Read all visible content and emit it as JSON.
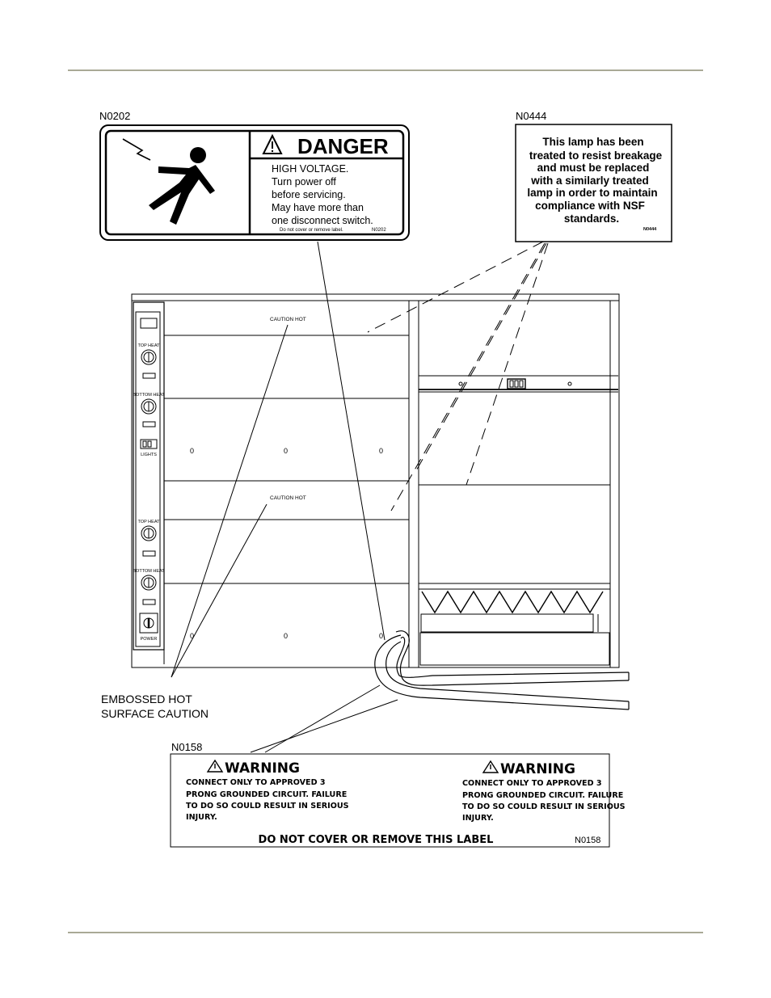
{
  "labels": {
    "n0202_id": "N0202",
    "n0444_id": "N0444",
    "n0158_id": "N0158"
  },
  "danger": {
    "heading": "DANGER",
    "lines": [
      "HIGH VOLTAGE.",
      "Turn power off",
      "before servicing.",
      "May have more than",
      "one disconnect switch."
    ],
    "footer": "Do not cover or remove label.",
    "code": "N0202"
  },
  "lamp": {
    "lines": [
      "This lamp has been",
      "treated to resist breakage",
      "and must be replaced",
      "with a similarly treated",
      "lamp in order to maintain",
      "compliance with NSF",
      "standards."
    ],
    "code": "N0444"
  },
  "cabinet": {
    "caution_upper": "CAUTION  HOT",
    "caution_lower": "CAUTION  HOT",
    "markers": [
      "0",
      "0",
      "0",
      "0",
      "0",
      "0"
    ],
    "control_labels": [
      "TOP HEAT",
      "BOTTOM HEAT",
      "LIGHTS",
      "TOP HEAT",
      "BOTTOM HEAT",
      "POWER"
    ]
  },
  "embossed": {
    "line1": "EMBOSSED HOT",
    "line2": "SURFACE CAUTION"
  },
  "warning": {
    "heading": "WARNING",
    "body_lines": [
      "CONNECT ONLY TO APPROVED 3",
      "PRONG GROUNDED CIRCUIT. FAILURE",
      "TO DO SO COULD RESULT IN SERIOUS",
      "INJURY."
    ],
    "footer": "DO NOT COVER OR REMOVE THIS LABEL",
    "code": "N0158"
  },
  "colors": {
    "rule": "#a9a996",
    "ink": "#000000"
  }
}
